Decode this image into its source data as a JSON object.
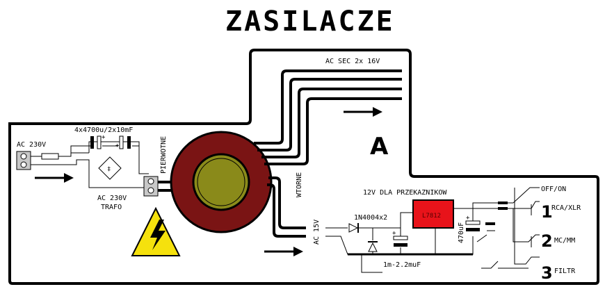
{
  "title": "ZASILACZE",
  "labels": {
    "ac_in": "AC 230V",
    "capacitors": "4x4700u/2x10mF",
    "primary": "PIERWOTNE",
    "trafo_line1": "AC 230V",
    "trafo_line2": "TRAFO",
    "secondary_winding": "AC SEC 2x 16V",
    "section_letter": "A",
    "secondary": "WTORNE",
    "ac_out": "AC 15V",
    "relay_supply": "12V DLA PRZEKAZNIKOW",
    "diodes": "1N4004x2",
    "regulator": "L7812",
    "cap_470": "470uF",
    "cap_1m": "1m-2.2muF",
    "off_on": "OFF/ON",
    "num_1": "1",
    "out_1": "RCA/XLR",
    "num_2": "2",
    "out_2": "MC/MM",
    "num_3": "3",
    "out_3": "FILTR"
  },
  "colors": {
    "toroid_outer": "#7a1414",
    "toroid_core": "#8a8a1a",
    "regulator": "#e8131a",
    "warning": "#f5e10d",
    "connector": "#c8c8c8"
  }
}
